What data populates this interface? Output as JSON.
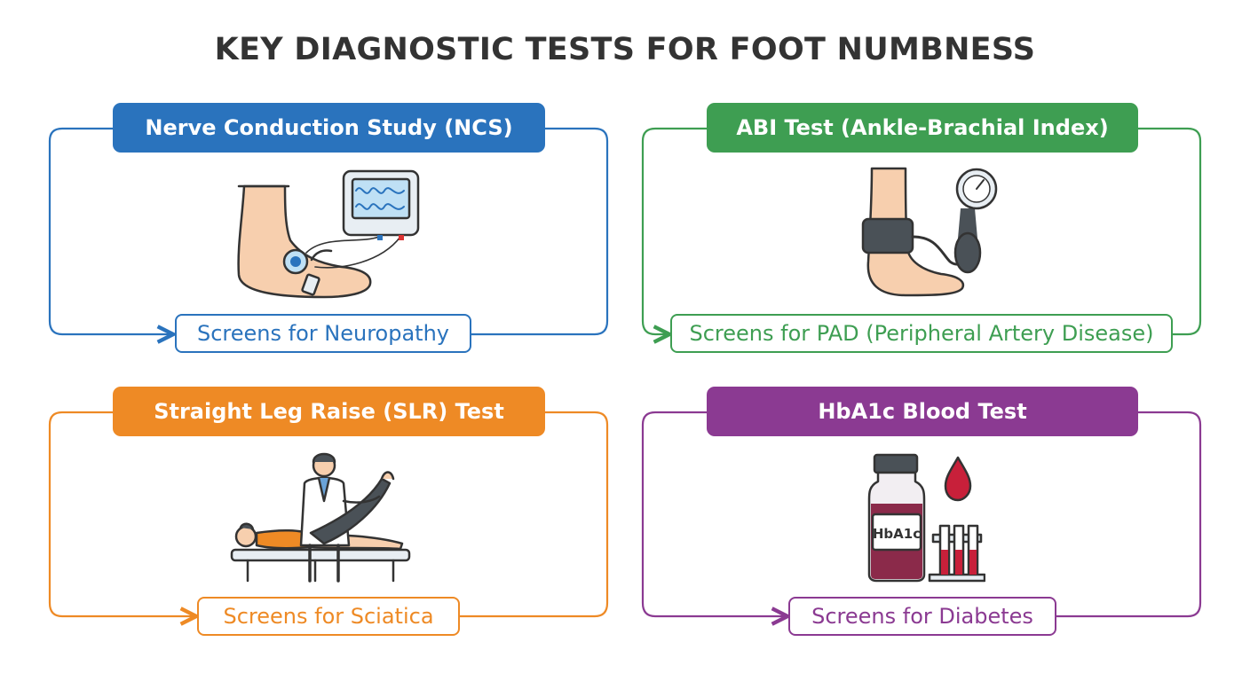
{
  "title": "KEY DIAGNOSTIC TESTS FOR FOOT NUMBNESS",
  "colors": {
    "blue": "#2a73bd",
    "green": "#3e9e52",
    "orange": "#ee8a25",
    "purple": "#8b3a92"
  },
  "tests": [
    {
      "name": "Nerve Conduction Study (NCS)",
      "result": "Screens for Neuropathy",
      "color": "#2a73bd",
      "icon": "foot-electrode-monitor-icon"
    },
    {
      "name": "ABI Test (Ankle-Brachial Index)",
      "result": "Screens for PAD (Peripheral Artery Disease)",
      "color": "#3e9e52",
      "icon": "ankle-cuff-gauge-icon"
    },
    {
      "name": "Straight Leg Raise (SLR) Test",
      "result": "Screens for Sciatica",
      "color": "#ee8a25",
      "icon": "doctor-leg-raise-icon"
    },
    {
      "name": "HbA1c Blood Test",
      "result": "Screens for Diabetes",
      "color": "#8b3a92",
      "icon": "blood-sample-vial-icon"
    }
  ],
  "vial_label": "HbA1c"
}
